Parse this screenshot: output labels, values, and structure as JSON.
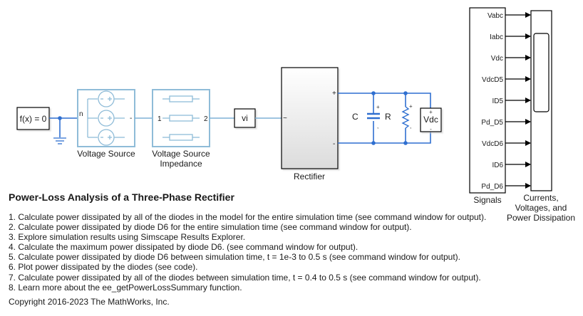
{
  "blocks": {
    "fx": {
      "label": "f(x) = 0"
    },
    "voltage_source": {
      "caption": "Voltage Source",
      "port_n": "n",
      "port_minus": "-"
    },
    "impedance": {
      "caption_line1": "Voltage Source",
      "caption_line2": "Impedance",
      "port_1": "1",
      "port_2": "2"
    },
    "vi": {
      "label": "vi"
    },
    "rectifier": {
      "caption": "Rectifier",
      "port_ac": "~",
      "port_plus": "+",
      "port_minus": "-"
    },
    "capacitor": {
      "label": "C"
    },
    "resistor": {
      "label": "R"
    },
    "vdc_sensor": {
      "label": "Vdc",
      "plus": "+",
      "minus": "-"
    },
    "signals": {
      "caption": "Signals",
      "outputs": [
        "Vabc",
        "Iabc",
        "Vdc",
        "VdcD5",
        "ID5",
        "Pd_D5",
        "VdcD6",
        "ID6",
        "Pd_D6"
      ]
    },
    "scope": {
      "caption_lines": [
        "Currents,",
        "Voltages, and",
        "Power Dissipation"
      ]
    }
  },
  "colors": {
    "physical_line": "#2f6fd0",
    "signal_line": "#7fb1d6",
    "block_border_light": "#8fbcd8"
  },
  "annotation": {
    "title": "Power-Loss Analysis of a Three-Phase Rectifier",
    "steps": [
      "1. Calculate power dissipated by all of the diodes in the model for the entire simulation time (see command window for output).",
      "2. Calculate power dissipated by diode D6 for the entire simulation time (see command window for output).",
      "3. Explore simulation results using Simscape Results Explorer.",
      "4. Calculate the maximum power dissipated by diode D6. (see command window for output).",
      "5. Calculate power dissipated by diode D6 between simulation time, t = 1e-3 to 0.5 s (see command window for output).",
      "6. Plot power dissipated by the diodes (see code).",
      "7. Calculate power dissipated by all of the diodes between simulation time, t  = 0.4 to 0.5 s (see command window for output).",
      "8. Learn more about the ee_getPowerLossSummary function."
    ],
    "copyright": "Copyright 2016-2023 The MathWorks, Inc."
  }
}
